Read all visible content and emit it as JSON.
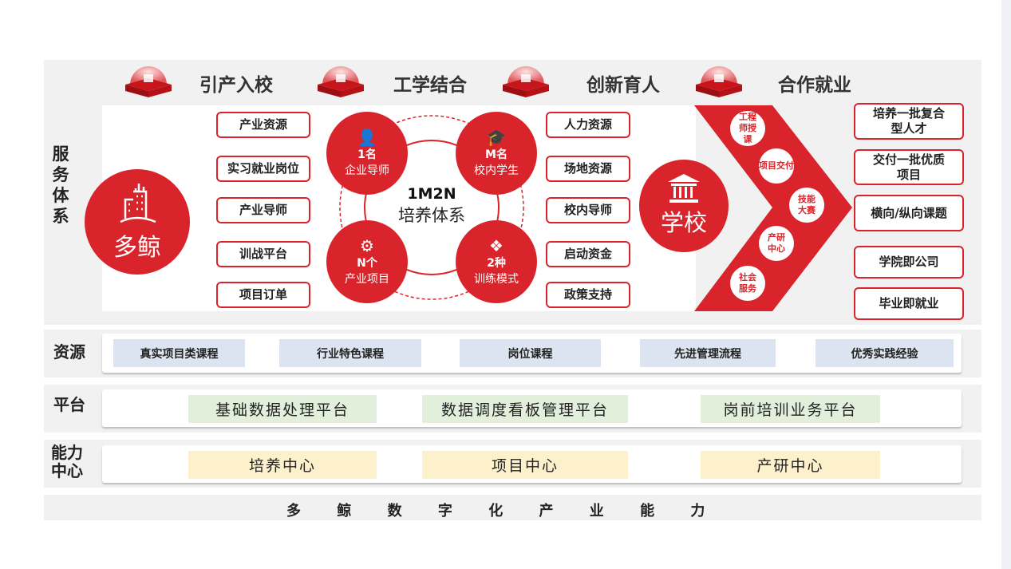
{
  "header": [
    {
      "label": "引产入校",
      "icon": "building-icon"
    },
    {
      "label": "工学结合",
      "icon": "presentation-board-icon"
    },
    {
      "label": "创新育人",
      "icon": "person-icon"
    },
    {
      "label": "合作就业",
      "icon": "briefcase-icon"
    }
  ],
  "sections": {
    "service": "服务体系",
    "resources": "资源",
    "platform": "平台",
    "capability": "能力中心"
  },
  "service": {
    "company": "多鲸",
    "company_items": [
      "产业资源",
      "实习就业岗位",
      "产业导师",
      "训战平台",
      "项目订单"
    ],
    "core_title": "1M2N",
    "core_subtitle": "培养体系",
    "core_nodes": [
      {
        "top": "1名",
        "bottom": "企业导师"
      },
      {
        "top": "M名",
        "bottom": "校内学生"
      },
      {
        "top": "N个",
        "bottom": "产业项目"
      },
      {
        "top": "2种",
        "bottom": "训练模式"
      }
    ],
    "school_items": [
      "人力资源",
      "场地资源",
      "校内导师",
      "启动资金",
      "政策支持"
    ],
    "school": "学校",
    "chevron_items": [
      "工程师授课",
      "项目交付",
      "技能大赛",
      "产研中心",
      "社会服务"
    ],
    "outcomes": [
      "培养一批复合型人才",
      "交付一批优质项目",
      "横向/纵向课题",
      "学院即公司",
      "毕业即就业"
    ]
  },
  "resources": [
    "真实项目类课程",
    "行业特色课程",
    "岗位课程",
    "先进管理流程",
    "优秀实践经验"
  ],
  "platforms": [
    "基础数据处理平台",
    "数据调度看板管理平台",
    "岗前培训业务平台"
  ],
  "centers": [
    "培养中心",
    "项目中心",
    "产研中心"
  ],
  "footer": [
    "多",
    "鲸",
    "数",
    "字",
    "化",
    "产",
    "业",
    "能",
    "力"
  ],
  "colors": {
    "accent": "#d9242b",
    "resource_cell": "#dce4f1",
    "platform_cell": "#e2efda",
    "center_cell": "#fdf1cc"
  }
}
